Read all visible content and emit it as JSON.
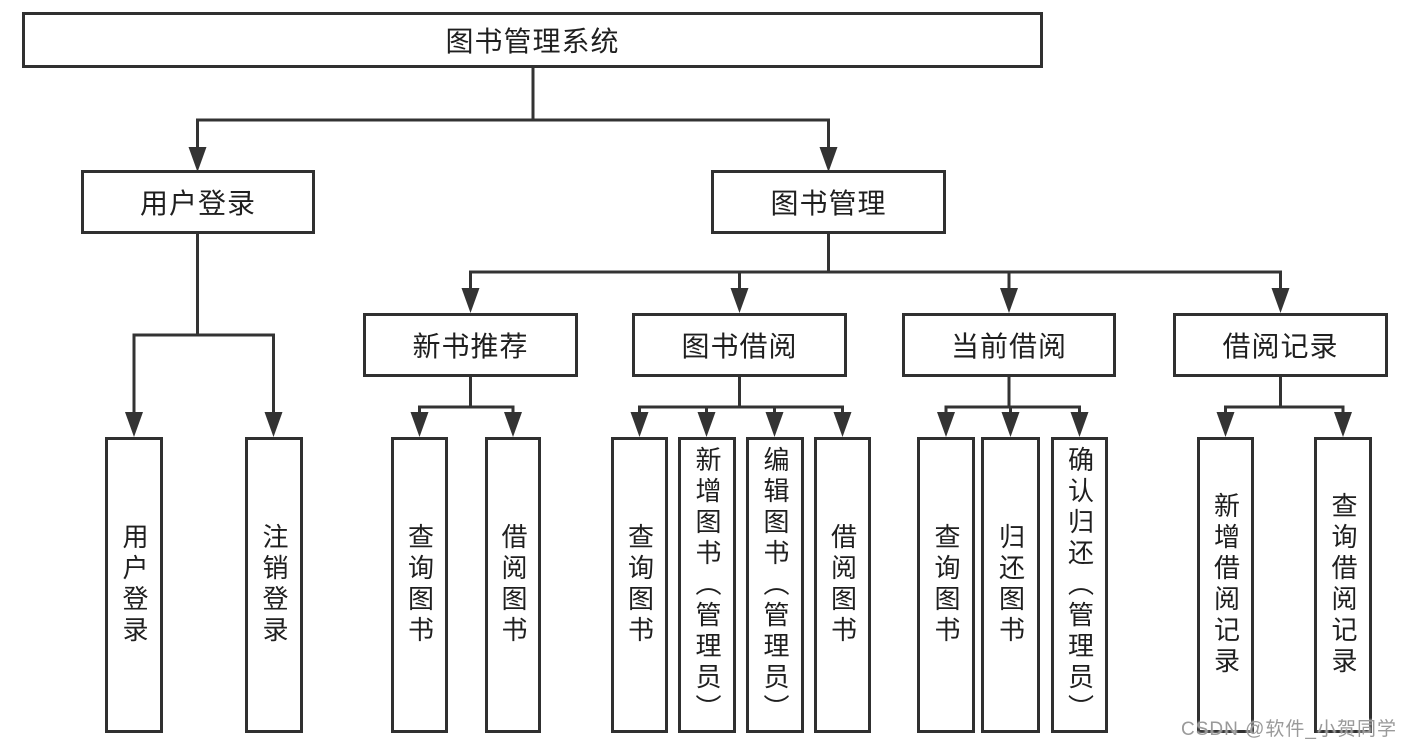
{
  "diagram": {
    "root": "图书管理系统",
    "user": {
      "label": "用户登录",
      "children": [
        "用户登录",
        "注销登录"
      ]
    },
    "book": {
      "label": "图书管理",
      "sections": [
        {
          "label": "新书推荐",
          "children": [
            "查询图书",
            "借阅图书"
          ]
        },
        {
          "label": "图书借阅",
          "children": [
            "查询图书",
            "新增图书（管理员）",
            "编辑图书（管理员）",
            "借阅图书"
          ]
        },
        {
          "label": "当前借阅",
          "children": [
            "查询图书",
            "归还图书",
            "确认归还（管理员）"
          ]
        },
        {
          "label": "借阅记录",
          "children": [
            "新增借阅记录",
            "查询借阅记录"
          ]
        }
      ]
    }
  },
  "watermark": {
    "text": "CSDN @软件_小贺同学"
  },
  "colors": {
    "line": "#333333",
    "text": "#1f1f1f",
    "background": "#ffffff",
    "watermark": "#9a9a9a"
  }
}
